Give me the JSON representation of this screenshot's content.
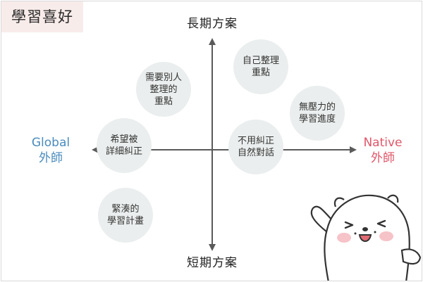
{
  "tag": {
    "label": "學習喜好"
  },
  "axes": {
    "top": "長期方案",
    "bottom": "短期方案",
    "left": {
      "line1": "Global",
      "line2": "外師"
    },
    "right": {
      "line1": "Native",
      "line2": "外師"
    }
  },
  "bubbles": [
    {
      "id": "organized-notes",
      "text": "需要別人\n整理的\n重點"
    },
    {
      "id": "self-notes",
      "text": "自己整理\n重點"
    },
    {
      "id": "no-pressure",
      "text": "無壓力的\n學習進度"
    },
    {
      "id": "detailed-correction",
      "text": "希望被\n詳細糾正"
    },
    {
      "id": "light-correction",
      "text": "不用糾正\n自然對話"
    },
    {
      "id": "intensive-plan",
      "text": "緊湊的\n學習計畫"
    }
  ],
  "colors": {
    "global": "#4a8bbd",
    "native": "#e0576a",
    "tag_bg": "#f8ecea",
    "bubble_bg": "#ebeeee",
    "axis": "#5a5a5a"
  }
}
